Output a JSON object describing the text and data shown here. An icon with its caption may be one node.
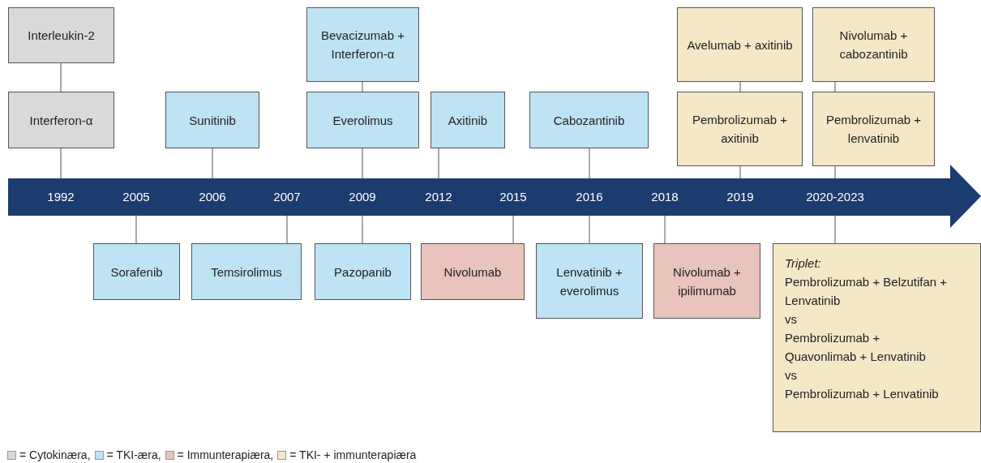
{
  "diagram": {
    "nodes": [
      {
        "text": [
          "Interleukin-2"
        ]
      },
      {
        "text": [
          "Interferon-α"
        ]
      },
      {
        "text": [
          "Sunitinib"
        ]
      },
      {
        "text": [
          "Bevacizumab + Interferon-α"
        ]
      },
      {
        "text": [
          "Everolimus"
        ]
      },
      {
        "text": [
          "Axitinib"
        ]
      },
      {
        "text": [
          "Cabozantinib"
        ]
      },
      {
        "text": [
          "Avelumab + axitinib"
        ]
      },
      {
        "text": [
          "Nivolumab + cabozantinib"
        ]
      },
      {
        "text": [
          "Pembrolizumab + axitinib"
        ]
      },
      {
        "text": [
          "Pembrolizumab + lenvatinib"
        ]
      },
      {
        "text": [
          "1992",
          "2005",
          "2006",
          "2007",
          "2009",
          "2012",
          "2015",
          "2016",
          "2018",
          "2019",
          "2020-2023"
        ]
      },
      {
        "text": [
          "Sorafenib"
        ]
      },
      {
        "text": [
          "Temsirolimus"
        ]
      },
      {
        "text": [
          "Pazopanib"
        ]
      },
      {
        "text": [
          "Nivolumab"
        ]
      },
      {
        "text": [
          "Lenvatinib + everolimus"
        ]
      },
      {
        "text": [
          "Nivolumab + ipilimumab"
        ]
      },
      {
        "text": [
          "Triplet:",
          "Pembrolizumab + Belzutifan + Lenvatinib",
          "vs",
          "Pembrolizumab + Quavonlimab + Lenvatinib",
          "vs",
          "Pembrolizumab + Lenvatinib"
        ]
      }
    ],
    "edges": [
      {
        "from": 0,
        "to": 1,
        "arrow": "none"
      },
      {
        "from": 1,
        "to": 11,
        "arrow": "none"
      },
      {
        "from": 2,
        "to": 11,
        "arrow": "none"
      },
      {
        "from": 3,
        "to": 4,
        "arrow": "none"
      },
      {
        "from": 4,
        "to": 11,
        "arrow": "none"
      },
      {
        "from": 5,
        "to": 11,
        "arrow": "none"
      },
      {
        "from": 6,
        "to": 11,
        "arrow": "none"
      },
      {
        "from": 7,
        "to": 9,
        "arrow": "none"
      },
      {
        "from": 8,
        "to": 10,
        "arrow": "none"
      },
      {
        "from": 9,
        "to": 11,
        "arrow": "none"
      },
      {
        "from": 10,
        "to": 11,
        "arrow": "none"
      },
      {
        "from": 12,
        "to": 11,
        "arrow": "none"
      },
      {
        "from": 13,
        "to": 11,
        "arrow": "none"
      },
      {
        "from": 14,
        "to": 11,
        "arrow": "none"
      },
      {
        "from": 15,
        "to": 11,
        "arrow": "none"
      },
      {
        "from": 16,
        "to": 11,
        "arrow": "none"
      },
      {
        "from": 17,
        "to": 11,
        "arrow": "none"
      },
      {
        "from": 18,
        "to": 11,
        "arrow": "none"
      }
    ],
    "legend": [
      {
        "text": "= Cytokinæra,",
        "color": "#d9d9d9"
      },
      {
        "text": "= TKI-æra,",
        "color": "#bde3f5"
      },
      {
        "text": "= Immunterapiæra,",
        "color": "#e8c4bd"
      },
      {
        "text": "= TKI- + immunterapiæra",
        "color": "#f5e8c6"
      }
    ]
  }
}
